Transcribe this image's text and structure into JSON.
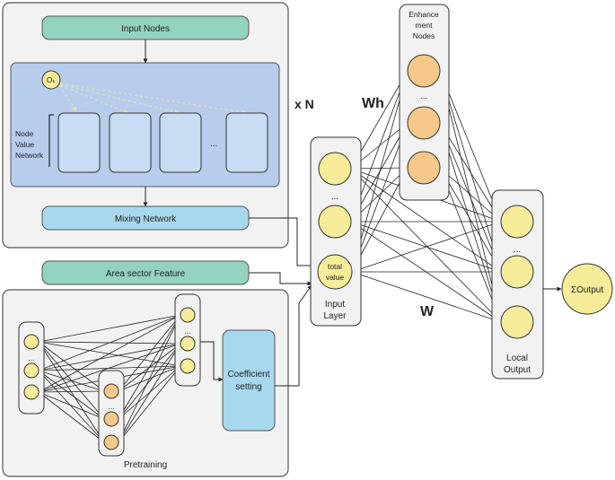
{
  "panels": {
    "top": {
      "input_nodes": "Input Nodes",
      "ok_label": "Oₖ",
      "node_value_network": [
        "Node",
        "Value",
        "Network"
      ],
      "dots": "...",
      "mixing_network": "Mixing Network"
    },
    "repeat": "x N",
    "area_sector_feature": "Area sector Feature",
    "pretraining": {
      "title": "Pretraining",
      "coefficient_setting": [
        "Coefficient",
        "setting"
      ],
      "dots": "..."
    }
  },
  "network": {
    "input_layer": [
      "Input",
      "Layer"
    ],
    "total_value": [
      "total",
      "value"
    ],
    "enhancement_nodes": [
      "Enhance",
      "ment",
      "Nodes"
    ],
    "local_output": [
      "Local",
      "Output"
    ],
    "sum_output": "ΣOutput",
    "wh": "Wh",
    "w": "W",
    "dots": "..."
  },
  "colors": {
    "teal": "#93d3c0",
    "light_blue": "#a8d8ee",
    "panel_blue": "#b8cdec",
    "node_yellow": "#f6ec9a",
    "node_orange": "#f6c98a",
    "panel_gray": "#f2f2f2"
  }
}
